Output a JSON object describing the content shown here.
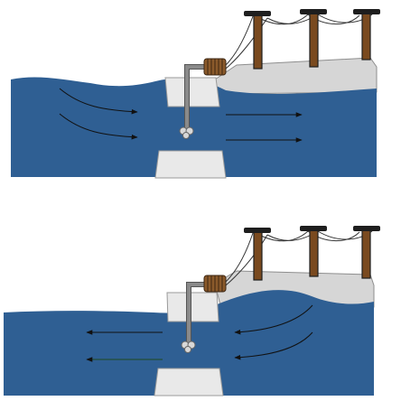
{
  "colors": {
    "water": "#2f5f93",
    "land": "#d6d6d6",
    "land_outline": "#8e8e8e",
    "concrete": "#e9e9e9",
    "concrete_outline": "#9a9a9a",
    "pole_wood": "#7a4a1f",
    "pole_dark": "#1e1e1e",
    "generator": "#8b5a2b",
    "pipe": "#777777",
    "turbine": "#cfcfcf",
    "arrow": "#111111",
    "arrow_alt": "#1f4a1f"
  },
  "panels": [
    {
      "id": "incoming-tide",
      "flow_direction": "toward-land"
    },
    {
      "id": "outgoing-tide",
      "flow_direction": "toward-sea"
    }
  ],
  "icons": [
    "utility-pole-icon",
    "generator-icon",
    "turbine-icon",
    "flow-arrow-icon"
  ]
}
